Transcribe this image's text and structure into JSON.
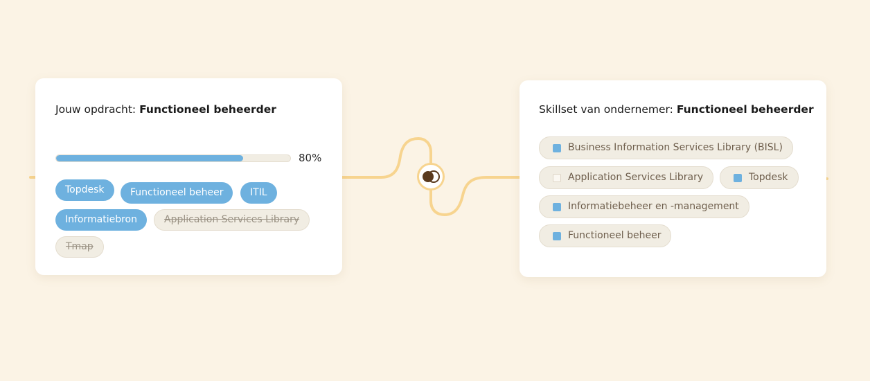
{
  "assignment": {
    "title_prefix": "Jouw opdracht:",
    "title_role": "Functioneel beheerder",
    "match_fraction": 0.8,
    "match_label": "80%",
    "matched_skills": [
      "Topdesk",
      "Functioneel beheer",
      "ITIL",
      "Informatiebron"
    ],
    "missing_skills": [
      "Application Services Library",
      "Tmap"
    ]
  },
  "skillset": {
    "title_prefix": "Skillset van ondernemer:",
    "title_role": "Functioneel beheerder",
    "skills": [
      {
        "label": "Business Information Services Library (BISL)",
        "checked": true
      },
      {
        "label": "Application Services Library",
        "checked": false
      },
      {
        "label": "Topdesk",
        "checked": true
      },
      {
        "label": "Informatiebeheer en -management",
        "checked": true
      },
      {
        "label": "Functioneel beheer",
        "checked": true
      }
    ]
  },
  "icons": {
    "match": "overlapping-circles-icon"
  },
  "colors": {
    "background": "#fbf3e5",
    "accent_blue": "#6eb1df",
    "connector_yellow": "#f7d48f",
    "icon_brown": "#5a3a1e"
  }
}
